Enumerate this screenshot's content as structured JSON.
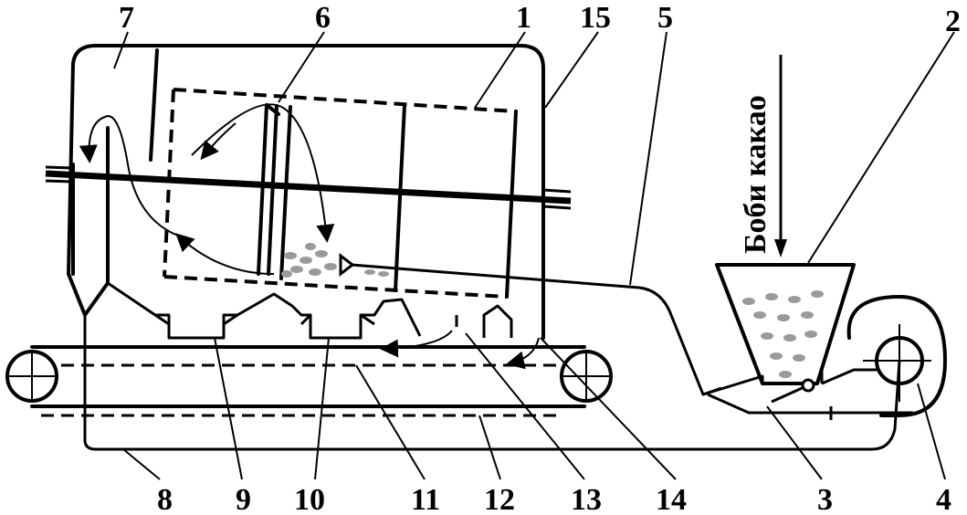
{
  "diagram": {
    "vertical_label": "Боби какао",
    "callouts": [
      {
        "id": "1",
        "text": "1"
      },
      {
        "id": "2",
        "text": "2"
      },
      {
        "id": "3",
        "text": "3"
      },
      {
        "id": "4",
        "text": "4"
      },
      {
        "id": "5",
        "text": "5"
      },
      {
        "id": "6",
        "text": "6"
      },
      {
        "id": "7",
        "text": "7"
      },
      {
        "id": "8",
        "text": "8"
      },
      {
        "id": "9",
        "text": "9"
      },
      {
        "id": "10",
        "text": "10"
      },
      {
        "id": "11",
        "text": "11"
      },
      {
        "id": "12",
        "text": "12"
      },
      {
        "id": "13",
        "text": "13"
      },
      {
        "id": "14",
        "text": "14"
      },
      {
        "id": "15",
        "text": "15"
      }
    ]
  }
}
